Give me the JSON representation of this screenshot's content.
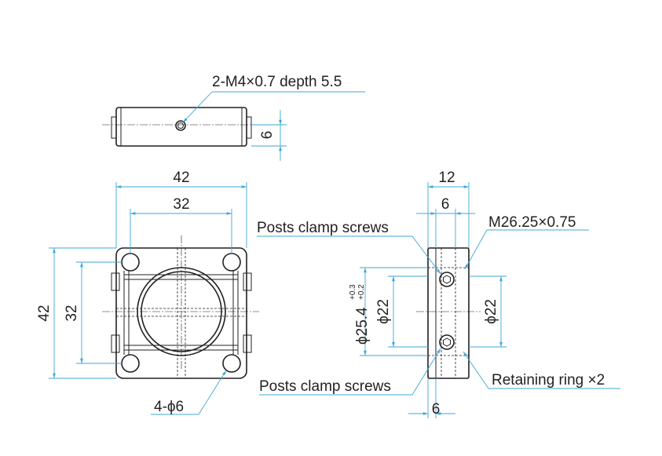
{
  "labels": {
    "top_hole": "2-M4×0.7 depth 5.5",
    "top_dim": "6",
    "front_width_outer": "42",
    "front_width_inner": "32",
    "front_height_outer": "42",
    "front_height_inner": "32",
    "mount_holes": "4-ϕ6",
    "side_width_outer": "12",
    "side_width_inner": "6",
    "thread": "M26.25×0.75",
    "posts_clamp_top": "Posts clamp screws",
    "posts_clamp_bottom": "Posts clamp screws",
    "bore_prefix": "ϕ25.4",
    "bore_tol_upper": "+0.3",
    "bore_tol_lower": "+0.2",
    "inner_dia_left": "ϕ22",
    "inner_dia_right": "ϕ22",
    "retaining_ring": "Retaining ring ×2",
    "bottom_dim": "6"
  }
}
